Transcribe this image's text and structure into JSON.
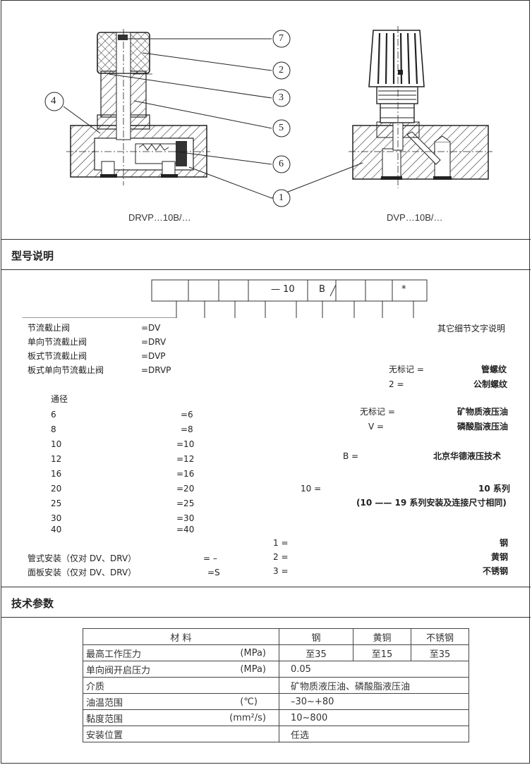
{
  "figures": {
    "left_caption": "DRVP…10B/…",
    "right_caption": "DVP…10B/…",
    "callouts": [
      "7",
      "2",
      "3",
      "5",
      "6",
      "1",
      "4"
    ]
  },
  "sections": {
    "model": "型号说明",
    "tech": "技术参数"
  },
  "code": {
    "dash10": "—  10",
    "b": "B",
    "star": "*"
  },
  "type_box": [
    {
      "name": "节流截止阀",
      "code": "=DV"
    },
    {
      "name": "单向节流截止阀",
      "code": "=DRV"
    },
    {
      "name": "板式节流截止阀",
      "code": "=DVP"
    },
    {
      "name": "板式单向节流截止阀",
      "code": "=DRVP"
    }
  ],
  "bore_box": {
    "title": "通径",
    "items": [
      {
        "size": "6",
        "code": "=6"
      },
      {
        "size": "8",
        "code": "=8"
      },
      {
        "size": "10",
        "code": "=10"
      },
      {
        "size": "12",
        "code": "=12"
      },
      {
        "size": "16",
        "code": "=16"
      },
      {
        "size": "20",
        "code": "=20"
      },
      {
        "size": "25",
        "code": "=25"
      },
      {
        "size": "30",
        "code": "=30"
      },
      {
        "size": "40",
        "code": "=40"
      }
    ]
  },
  "install_box": [
    {
      "name": "管式安装（仅对 DV、DRV）",
      "code": "= –"
    },
    {
      "name": "面板安装（仅对 DV、DRV）",
      "code": "=S"
    }
  ],
  "other_box": "其它细节文字说明",
  "thread_box": [
    {
      "key": "无标记 =",
      "value": "管螺纹"
    },
    {
      "key": "2   =",
      "value": "公制螺纹"
    }
  ],
  "fluid_box": [
    {
      "key": "无标记 =",
      "value": "矿物质液压油"
    },
    {
      "key": "V    =",
      "value": "磷酸脂液压油"
    }
  ],
  "brand_box": {
    "key": "B =",
    "value": "北京华德液压技术"
  },
  "series_box": {
    "key": "10 =",
    "value": "10 系列",
    "note": "(10 —— 19 系列安装及连接尺寸相同)"
  },
  "material_box": [
    {
      "key": "1 =",
      "value": "钢"
    },
    {
      "key": "2 =",
      "value": "黄钢"
    },
    {
      "key": "3 =",
      "value": "不锈钢"
    }
  ],
  "params": {
    "header": [
      "材  料",
      "钢",
      "黄铜",
      "不锈钢"
    ],
    "rows": [
      {
        "name": "最高工作压力",
        "unit": "(MPa)",
        "values": [
          "至35",
          "至15",
          "至35"
        ]
      },
      {
        "name": "单向阀开启压力",
        "unit": "(MPa)",
        "value": "0.05"
      },
      {
        "name": "介质",
        "unit": "",
        "value": "矿物质液压油、磷酸脂液压油"
      },
      {
        "name": "油温范围",
        "unit": "(℃)",
        "value": "–30~+80"
      },
      {
        "name": "黏度范围",
        "unit": "(mm²/s)",
        "value": "10~800"
      },
      {
        "name": "安装位置",
        "unit": "",
        "value": "任选"
      }
    ]
  }
}
